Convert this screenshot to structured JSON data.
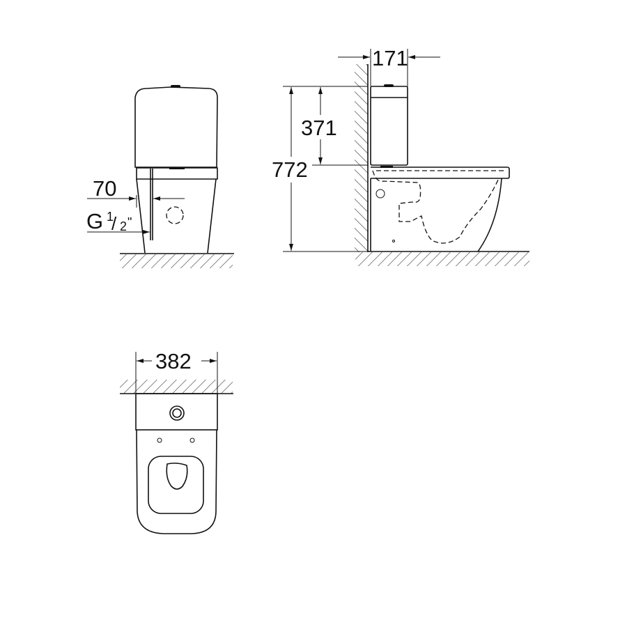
{
  "front_view": {
    "width_offset": "70",
    "thread_label": "G",
    "thread_num": "1",
    "thread_den": "2",
    "thread_unit": "\""
  },
  "side_view": {
    "tank_depth": "171",
    "tank_height": "371",
    "total_height": "772"
  },
  "top_view": {
    "width": "382"
  },
  "colors": {
    "line": "#111111",
    "background": "#ffffff"
  }
}
